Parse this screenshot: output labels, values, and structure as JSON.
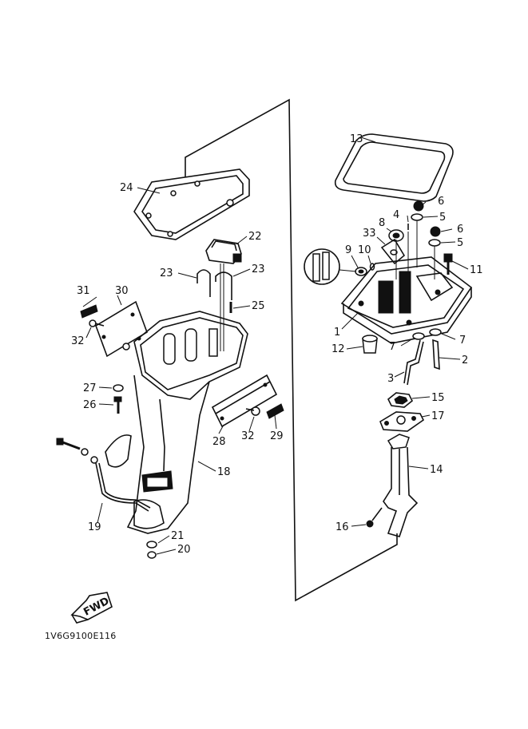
{
  "diagram": {
    "code": "1V6G9100E116",
    "fwd_label": "FWD",
    "labels": [
      "1",
      "2",
      "3",
      "4",
      "5",
      "5",
      "6",
      "6",
      "7",
      "7",
      "8",
      "9",
      "10",
      "11",
      "12",
      "13",
      "14",
      "15",
      "16",
      "17",
      "18",
      "19",
      "20",
      "21",
      "22",
      "23",
      "23",
      "24",
      "25",
      "26",
      "27",
      "28",
      "29",
      "30",
      "31",
      "32",
      "32",
      "33"
    ]
  }
}
